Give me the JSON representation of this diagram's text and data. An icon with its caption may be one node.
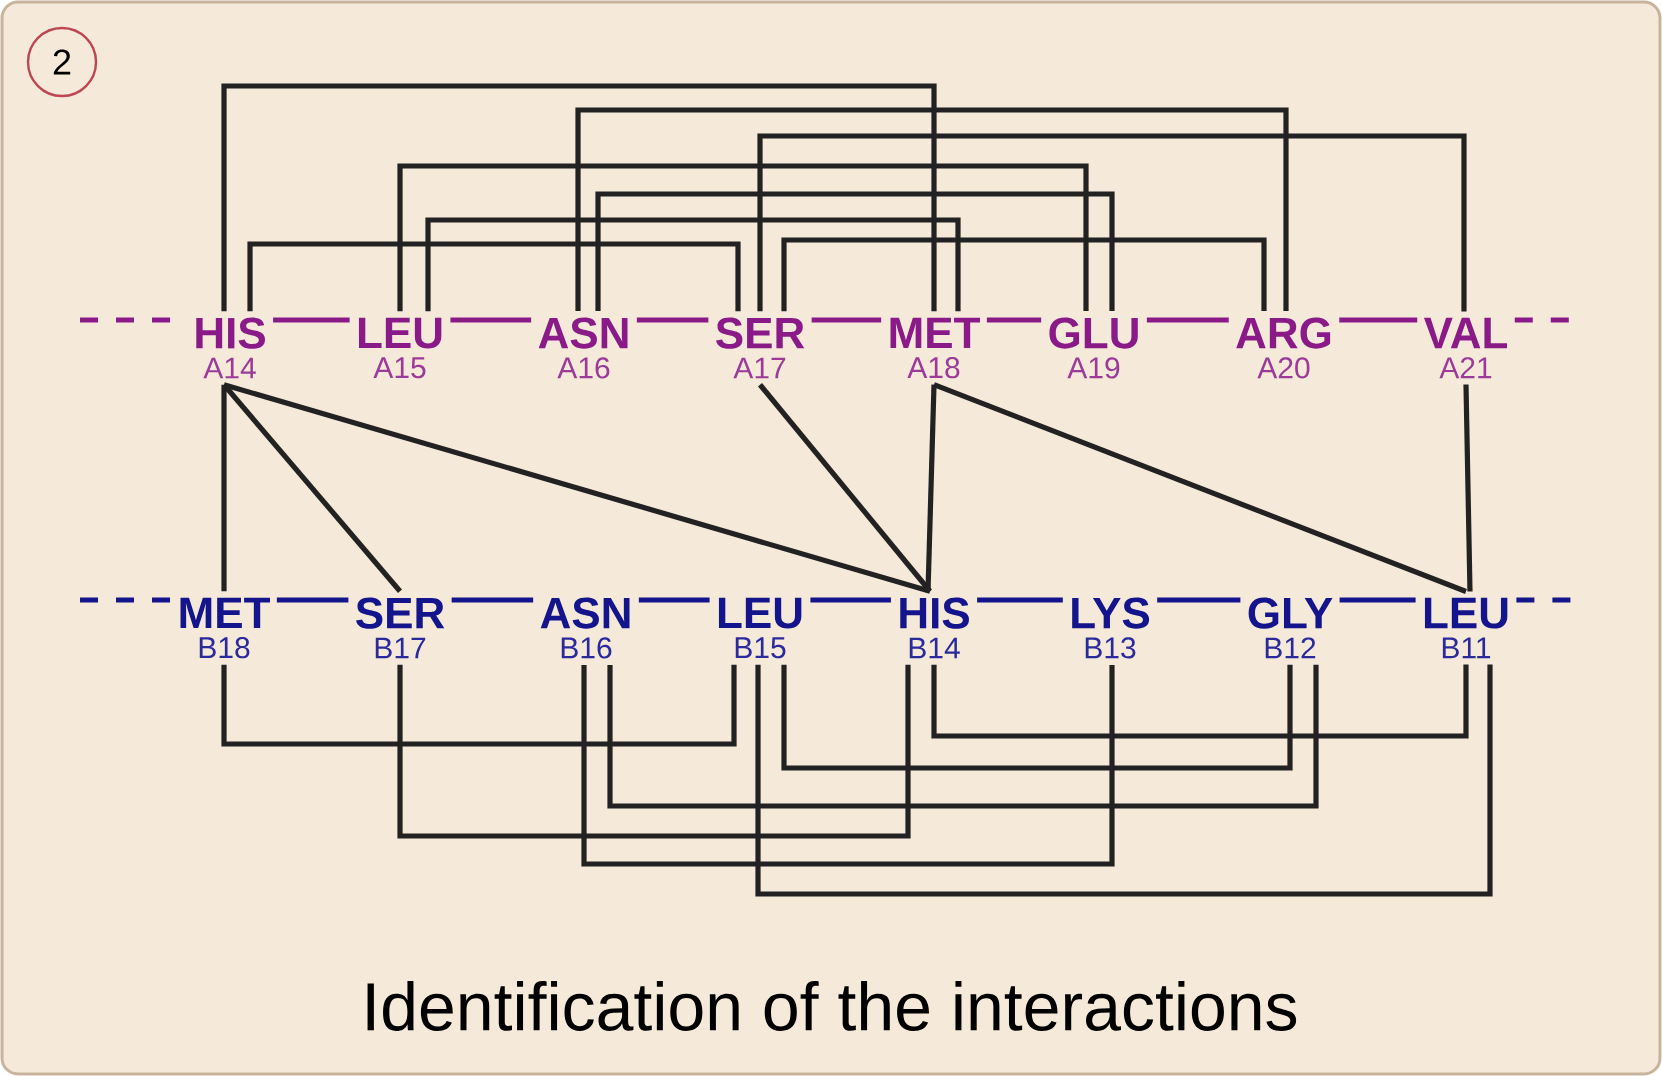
{
  "diagram": {
    "caption": "Identification of the interactions",
    "nodes": [
      {
        "text": [
          "HIS",
          "A14"
        ]
      },
      {
        "text": [
          "LEU",
          "A15"
        ]
      },
      {
        "text": [
          "ASN",
          "A16"
        ]
      },
      {
        "text": [
          "SER",
          "A17"
        ]
      },
      {
        "text": [
          "MET",
          "A18"
        ]
      },
      {
        "text": [
          "GLU",
          "A19"
        ]
      },
      {
        "text": [
          "ARG",
          "A20"
        ]
      },
      {
        "text": [
          "VAL",
          "A21"
        ]
      },
      {
        "text": [
          "MET",
          "B18"
        ]
      },
      {
        "text": [
          "SER",
          "B17"
        ]
      },
      {
        "text": [
          "ASN",
          "B16"
        ]
      },
      {
        "text": [
          "LEU",
          "B15"
        ]
      },
      {
        "text": [
          "HIS",
          "B14"
        ]
      },
      {
        "text": [
          "LYS",
          "B13"
        ]
      },
      {
        "text": [
          "GLY",
          "B12"
        ]
      },
      {
        "text": [
          "LEU",
          "B11"
        ]
      }
    ],
    "edges": [
      {
        "from": 0,
        "to": 4,
        "arrow": "none"
      },
      {
        "from": 2,
        "to": 6,
        "arrow": "none"
      },
      {
        "from": 3,
        "to": 7,
        "arrow": "none"
      },
      {
        "from": 1,
        "to": 5,
        "arrow": "none"
      },
      {
        "from": 2,
        "to": 5,
        "arrow": "none"
      },
      {
        "from": 1,
        "to": 4,
        "arrow": "none"
      },
      {
        "from": 0,
        "to": 3,
        "arrow": "none"
      },
      {
        "from": 3,
        "to": 6,
        "arrow": "none"
      },
      {
        "from": 0,
        "to": 8,
        "arrow": "none"
      },
      {
        "from": 0,
        "to": 9,
        "arrow": "none"
      },
      {
        "from": 0,
        "to": 12,
        "arrow": "none"
      },
      {
        "from": 3,
        "to": 12,
        "arrow": "none"
      },
      {
        "from": 4,
        "to": 12,
        "arrow": "none"
      },
      {
        "from": 4,
        "to": 15,
        "arrow": "none"
      },
      {
        "from": 7,
        "to": 15,
        "arrow": "none"
      },
      {
        "from": 8,
        "to": 11,
        "arrow": "none"
      },
      {
        "from": 12,
        "to": 15,
        "arrow": "none"
      },
      {
        "from": 11,
        "to": 14,
        "arrow": "none"
      },
      {
        "from": 10,
        "to": 14,
        "arrow": "none"
      },
      {
        "from": 9,
        "to": 12,
        "arrow": "none"
      },
      {
        "from": 10,
        "to": 13,
        "arrow": "none"
      },
      {
        "from": 11,
        "to": 15,
        "arrow": "none"
      },
      {
        "from": 0,
        "to": 1,
        "arrow": "none",
        "color": "#8b1a89"
      },
      {
        "from": 1,
        "to": 2,
        "arrow": "none",
        "color": "#8b1a89"
      },
      {
        "from": 2,
        "to": 3,
        "arrow": "none",
        "color": "#8b1a89"
      },
      {
        "from": 3,
        "to": 4,
        "arrow": "none",
        "color": "#8b1a89"
      },
      {
        "from": 4,
        "to": 5,
        "arrow": "none",
        "color": "#8b1a89"
      },
      {
        "from": 5,
        "to": 6,
        "arrow": "none",
        "color": "#8b1a89"
      },
      {
        "from": 6,
        "to": 7,
        "arrow": "none",
        "color": "#8b1a89"
      },
      {
        "from": 8,
        "to": 9,
        "arrow": "none",
        "color": "#14148c"
      },
      {
        "from": 9,
        "to": 10,
        "arrow": "none",
        "color": "#14148c"
      },
      {
        "from": 10,
        "to": 11,
        "arrow": "none",
        "color": "#14148c"
      },
      {
        "from": 11,
        "to": 12,
        "arrow": "none",
        "color": "#14148c"
      },
      {
        "from": 12,
        "to": 13,
        "arrow": "none",
        "color": "#14148c"
      },
      {
        "from": 13,
        "to": 14,
        "arrow": "none",
        "color": "#14148c"
      },
      {
        "from": 14,
        "to": 15,
        "arrow": "none",
        "color": "#14148c"
      },
      {
        "from": null,
        "to": 0,
        "arrow": "none",
        "style": "dashed",
        "color": "#8b1a89"
      },
      {
        "from": 7,
        "to": null,
        "arrow": "none",
        "style": "dashed",
        "color": "#8b1a89"
      },
      {
        "from": null,
        "to": 8,
        "arrow": "none",
        "style": "dashed",
        "color": "#14148c"
      },
      {
        "from": 15,
        "to": null,
        "arrow": "none",
        "style": "dashed",
        "color": "#14148c"
      }
    ],
    "labels": [
      "2"
    ]
  }
}
